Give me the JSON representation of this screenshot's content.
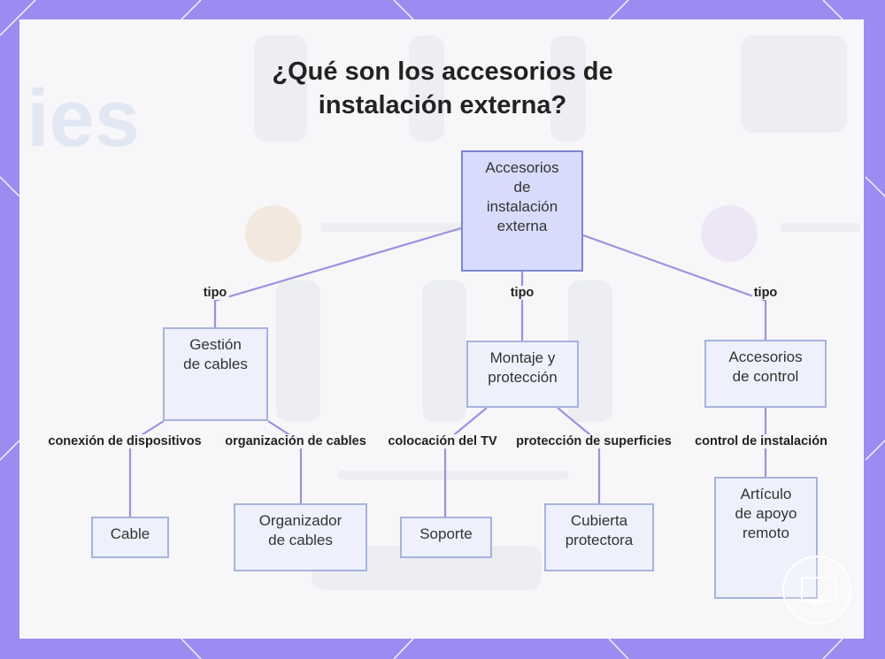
{
  "title_lines": [
    "¿Qué son los accesorios de",
    "instalación externa?"
  ],
  "colors": {
    "frame": "#9b8cf2",
    "edge": "#9f8fe0",
    "root_fill": "#d8dcfb",
    "node_fill": "#eef1fc",
    "node_border": "#a7b3dd"
  },
  "nodes": {
    "root": [
      "Accesorios",
      "de",
      "instalación",
      "externa"
    ],
    "cable_management": [
      "Gestión",
      "de cables"
    ],
    "mounting": [
      "Montaje y",
      "protección"
    ],
    "control": [
      "Accesorios",
      "de control"
    ],
    "cable": [
      "Cable"
    ],
    "cable_organizer": [
      "Organizador",
      "de cables"
    ],
    "mount": [
      "Soporte"
    ],
    "cover": [
      "Cubierta",
      "protectora"
    ],
    "remote_holder": [
      "Artículo",
      "de apoyo",
      "remoto"
    ]
  },
  "edge_labels": {
    "type_left": "tipo",
    "type_center": "tipo",
    "type_right": "tipo",
    "device_connection": "conexión de dispositivos",
    "cable_organization": "organización de cables",
    "tv_placement": "colocación del TV",
    "surface_protection": "protección de superficies",
    "installation_control": "control de instalación"
  }
}
